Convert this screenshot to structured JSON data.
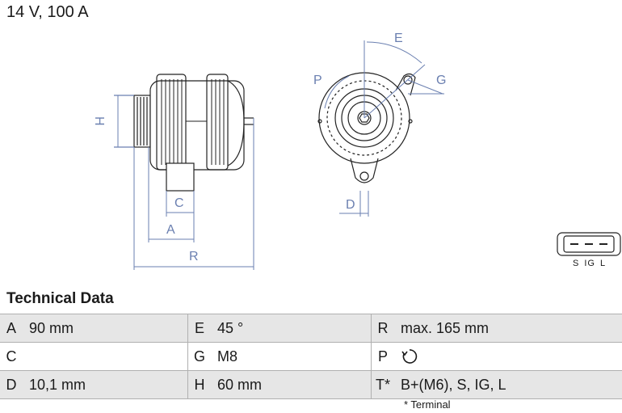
{
  "header": {
    "title": "14 V, 100 A"
  },
  "drawing": {
    "side_view_labels": {
      "h": "H",
      "c": "C",
      "a": "A",
      "r": "R"
    },
    "front_view_labels": {
      "e": "E",
      "p": "P",
      "g": "G",
      "d": "D"
    },
    "connector": {
      "pins": [
        "S",
        "IG",
        "L"
      ]
    }
  },
  "tech": {
    "title": "Technical Data",
    "rows": [
      [
        {
          "k": "A",
          "v": "90 mm"
        },
        {
          "k": "E",
          "v": "45 °"
        },
        {
          "k": "R",
          "v": "max. 165 mm"
        }
      ],
      [
        {
          "k": "C",
          "v": ""
        },
        {
          "k": "G",
          "v": "M8"
        },
        {
          "k": "P",
          "v": "",
          "icon": "rotation-icon"
        }
      ],
      [
        {
          "k": "D",
          "v": "10,1 mm"
        },
        {
          "k": "H",
          "v": "60 mm"
        },
        {
          "k": "T*",
          "v": "B+(M6), S, IG, L"
        }
      ]
    ],
    "footnote": "* Terminal"
  }
}
